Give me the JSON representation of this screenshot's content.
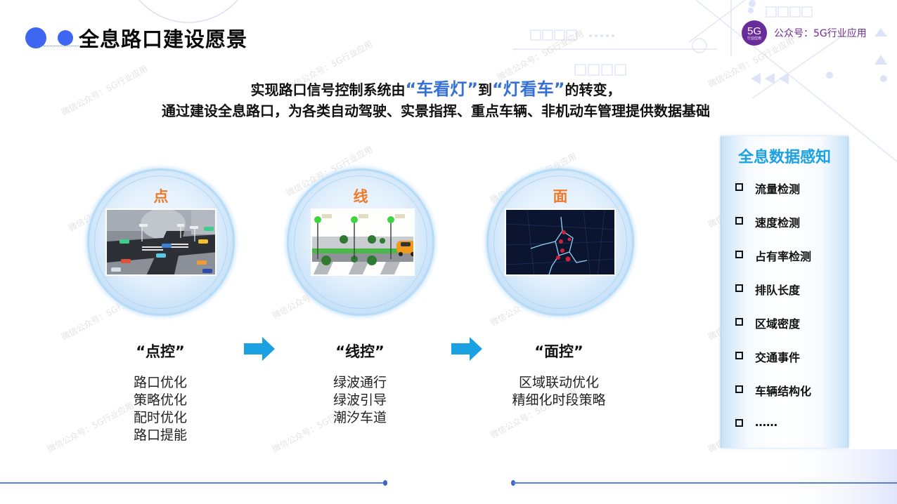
{
  "header": {
    "title": "全息路口建设愿景",
    "brand_badge_main": "5G",
    "brand_badge_sub": "行业应用",
    "brand_text": "公众号：5G行业应用"
  },
  "subtitle": {
    "line1_prefix": "实现路口信号控制系统由",
    "line1_hl1": "“车看灯”",
    "line1_mid": "到",
    "line1_hl2": "“灯看车”",
    "line1_suffix": "的转变，",
    "line2": "通过建设全息路口，为各类自动驾驶、实景指挥、重点车辆、非机动车管理提供数据基础"
  },
  "stages": [
    {
      "label": "点",
      "image": "intersection-illustration",
      "heading": "“点控”",
      "items": [
        "路口优化",
        "策略优化",
        "配时优化",
        "路口提能"
      ]
    },
    {
      "label": "线",
      "image": "green-wave-road-illustration",
      "heading": "“线控”",
      "items": [
        "绿波通行",
        "绿波引导",
        "潮汐车道"
      ]
    },
    {
      "label": "面",
      "image": "city-network-map",
      "heading": "“面控”",
      "items": [
        "区域联动优化",
        "精细化时段策略"
      ]
    }
  ],
  "arrows": {
    "icon": "right-arrow-icon",
    "color": "#1ba1e2"
  },
  "panel": {
    "title": "全息数据感知",
    "items": [
      "流量检测",
      "速度检测",
      "占有率检测",
      "排队长度",
      "区域密度",
      "交通事件",
      "车辆结构化",
      "……"
    ]
  },
  "watermark": "微信公众号：5G行业应用",
  "colors": {
    "accent_blue": "#3f66f0",
    "highlight_blue": "#3570d8",
    "stage_label_orange": "#f07a2a",
    "panel_title_cyan": "#1ba1e2",
    "brand_purple": "#6a2c9a"
  }
}
